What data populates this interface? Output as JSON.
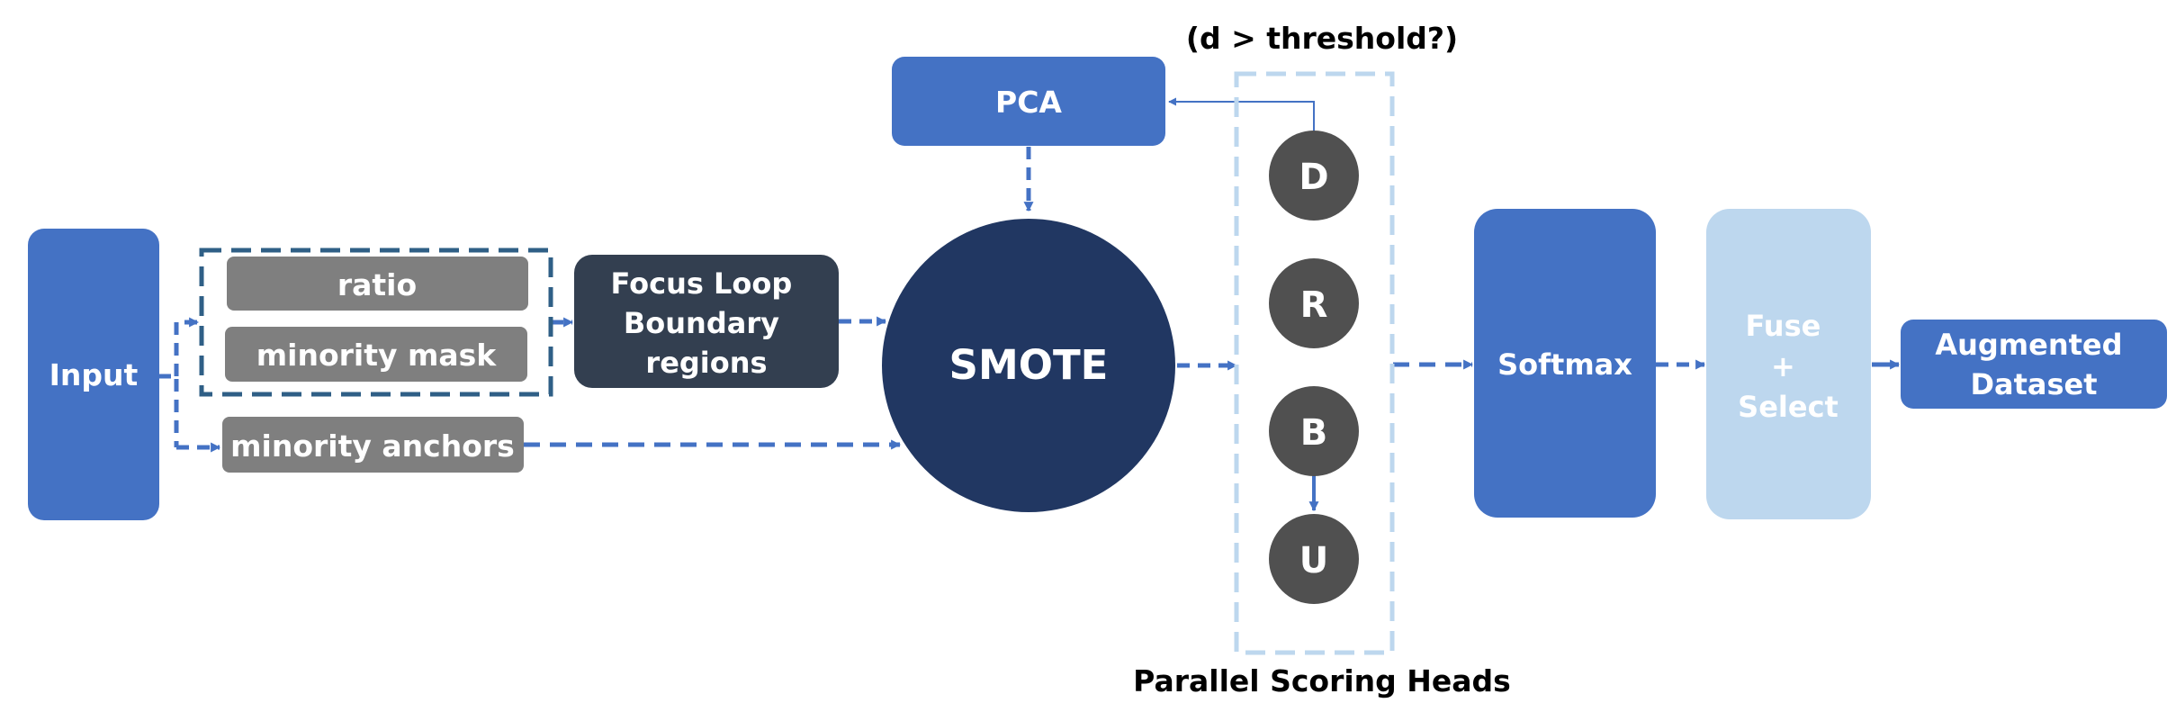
{
  "nodes": {
    "input": "Input",
    "ratio": "ratio",
    "minority_mask": "minority mask",
    "minority_anchors": "minority anchors",
    "focus_loop": [
      "Focus Loop",
      "Boundary",
      "regions"
    ],
    "pca": "PCA",
    "smote": "SMOTE",
    "head_d": "D",
    "head_r": "R",
    "head_b": "B",
    "head_u": "U",
    "softmax": "Softmax",
    "fuse_select": [
      "Fuse",
      "+",
      "Select"
    ],
    "augmented_dataset": [
      "Augmented",
      "Dataset"
    ]
  },
  "annotations": {
    "threshold": "(d > threshold?)",
    "heads_caption": "Parallel Scoring Heads"
  },
  "colors": {
    "blue": "#4472C4",
    "light_blue": "#BDD7EE",
    "navy": "#213762",
    "slate": "#333F50",
    "gray": "#7F7F7F",
    "dark_gray": "#505050",
    "dashed_frame": "#2F5F86"
  }
}
